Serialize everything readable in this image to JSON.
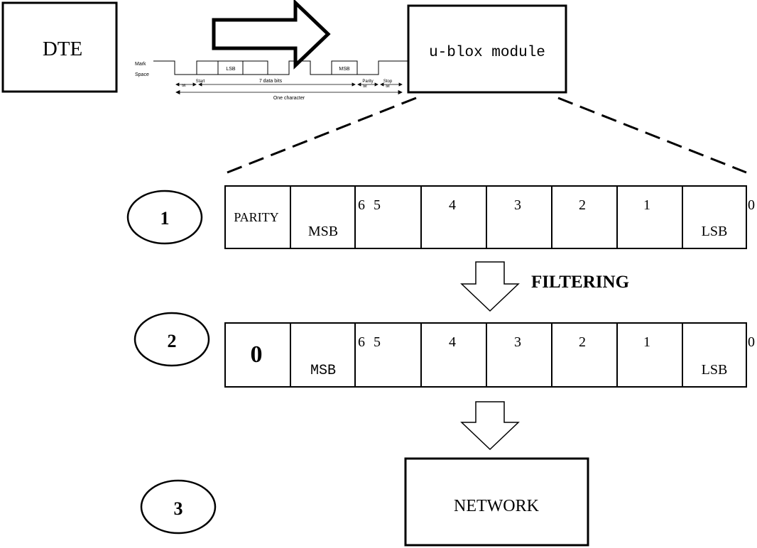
{
  "dte_label": "DTE",
  "module_label": "u-blox module",
  "network_label": "NETWORK",
  "filtering_label": "FILTERING",
  "waveform": {
    "mark": "Mark",
    "space": "Space",
    "lsb": "LSB",
    "msb": "MSB",
    "start": "Start",
    "bit": "bit",
    "data_bits": "7 data bits",
    "parity": "Parity",
    "parity_bit": "bit",
    "stop": "Stop",
    "stop_bit": "bit",
    "one_character": "One character"
  },
  "steps": [
    {
      "number": "1"
    },
    {
      "number": "2"
    },
    {
      "number": "3"
    }
  ],
  "row1": {
    "first_cell": "PARITY",
    "msb": "MSB",
    "lsb": "LSB",
    "indices": [
      "6",
      "5",
      "4",
      "3",
      "2",
      "1",
      "0"
    ]
  },
  "row2": {
    "first_cell": "0",
    "msb": "MSB",
    "lsb": "LSB",
    "indices": [
      "6",
      "5",
      "4",
      "3",
      "2",
      "1",
      "0"
    ]
  }
}
